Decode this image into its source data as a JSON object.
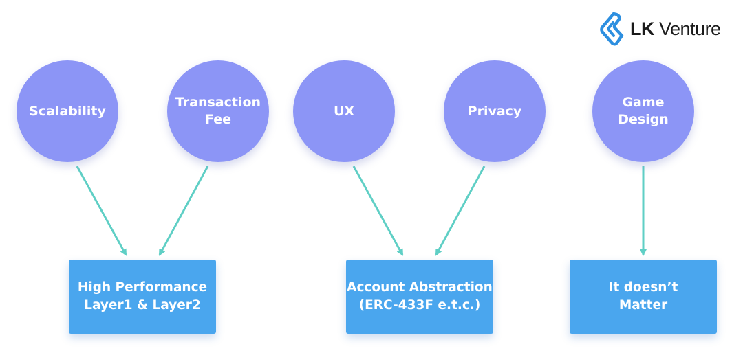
{
  "logo": {
    "brand_bold": "LK",
    "brand_rest": " Venture"
  },
  "circles": [
    {
      "label": "Scalability"
    },
    {
      "label": "Transaction\nFee"
    },
    {
      "label": "UX"
    },
    {
      "label": "Privacy"
    },
    {
      "label": "Game\nDesign"
    }
  ],
  "boxes": [
    {
      "label": "High Performance\nLayer1 & Layer2"
    },
    {
      "label": "Account Abstraction\n(ERC-433F e.t.c.)"
    },
    {
      "label": "It doesn’t\nMatter"
    }
  ],
  "colors": {
    "circle": "#8c95f6",
    "box": "#4aa6ee",
    "arrow": "#5fcfc5",
    "logo_accent": "#2d8fe0"
  }
}
